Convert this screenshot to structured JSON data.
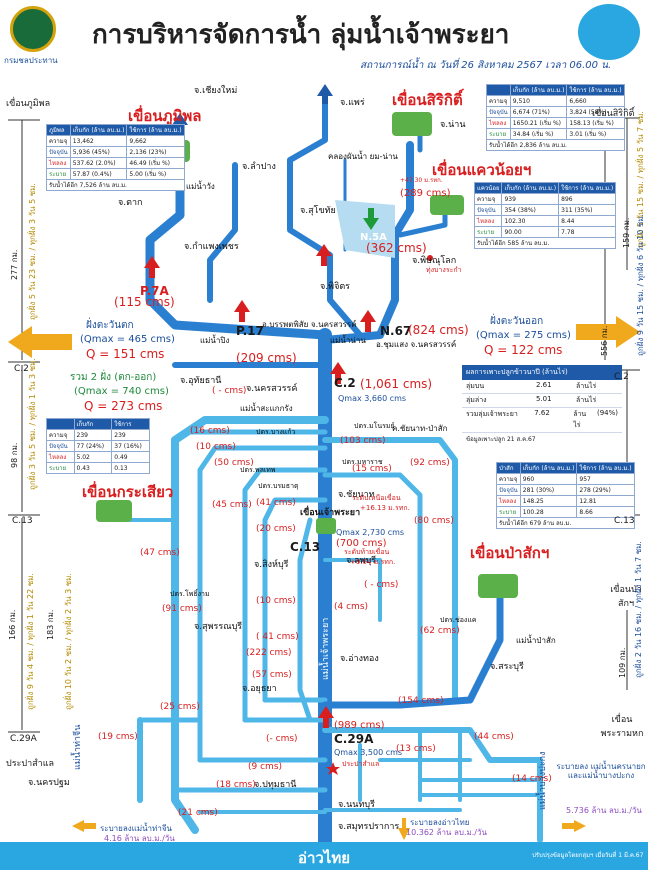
{
  "header": {
    "title": "การบริหารจัดการน้ำ ลุ่มน้ำเจ้าพระยา",
    "subtitle": "สถานการณ์น้ำ ณ วันที่ 26 สิงหาคม 2567 เวลา 06.00 น.",
    "logo_left_caption": "กรมชลประทาน"
  },
  "provinces": {
    "chiangmai": "จ.เชียงใหม่",
    "phrae": "จ.แพร่",
    "nan": "จ.น่าน",
    "lampang": "จ.ลำปาง",
    "tak": "จ.ตาก",
    "sukhothai": "จ.สุโขทัย",
    "kamphaeng": "จ.กำแพงเพชร",
    "phitsanulok": "จ.พิษณุโลก",
    "phichit": "จ.พิจิตร",
    "uthai": "จ.อุทัยธานี",
    "nakhonsawan": "จ.นครสวรรค์",
    "chainat": "จ.ชัยนาท",
    "singburi": "จ.สิงห์บุรี",
    "lopburi": "จ.ลพบุรี",
    "suphanburi": "จ.สุพรรณบุรี",
    "angthong": "จ.อ่างทอง",
    "ayutthaya": "จ.อยุธยา",
    "saraburi": "จ.สระบุรี",
    "pathumthani": "จ.ปทุมธานี",
    "nonthaburi": "จ.นนทบุรี",
    "samutprakan": "จ.สมุทรปราการ",
    "nakhonpathom": "จ.นครปฐม"
  },
  "dams": {
    "bhumibol": "เขื่อนภูมิพล",
    "sirikit": "เขื่อนสิริกิติ์",
    "khwae_noi": "เขื่อนแควน้อยฯ",
    "krasiao": "เขื่อนกระเสียว",
    "pasak": "เขื่อนป่าสักฯ",
    "chaophraya": "เขื่อนเจ้าพระยา"
  },
  "tables": {
    "bhumibol": {
      "head": [
        "ภูมิพล",
        "เก็บกัก (ล้าน ลบ.ม.)",
        "ใช้การ (ล้าน ลบ.ม.)"
      ],
      "rows": [
        [
          "ความจุ",
          "13,462",
          "9,662"
        ],
        [
          "ปัจจุบัน",
          "5,936 (45%)",
          "2,136 (23%)"
        ],
        [
          "ไหลลง",
          "537.62 (2.0%)",
          "46.49 (เริ่ม %)"
        ],
        [
          "ระบาย",
          "57.87 (0.4%)",
          "5.00 (เริ่ม %)"
        ]
      ],
      "foot": "รับน้ำได้อีก  7,526  ล้าน ลบ.ม."
    },
    "sirikit": {
      "head": [
        "",
        "เก็บกัก (ล้าน ลบ.ม.)",
        "ใช้การ (ล้าน ลบ.ม.)"
      ],
      "rows": [
        [
          "ความจุ",
          "9,510",
          "6,660"
        ],
        [
          "ปัจจุบัน",
          "6,674 (71%)",
          "3,824 (58%)"
        ],
        [
          "ไหลลง",
          "1650.21 (เริ่ม %)",
          "158.13 (เริ่ม %)"
        ],
        [
          "ระบาย",
          "34.84 (เริ่ม %)",
          "3.01 (เริ่ม %)"
        ]
      ],
      "foot": "รับน้ำได้อีก  2,836  ล้าน ลบ.ม."
    },
    "khwae_noi": {
      "head": [
        "แควน้อย",
        "เก็บกัก (ล้าน ลบ.ม.)",
        "ใช้การ (ล้าน ลบ.ม.)"
      ],
      "rows": [
        [
          "ความจุ",
          "939",
          "896"
        ],
        [
          "ปัจจุบัน",
          "354 (38%)",
          "311 (35%)"
        ],
        [
          "ไหลลง",
          "102.30",
          "8.44"
        ],
        [
          "ระบาย",
          "90.00",
          "7.78"
        ]
      ],
      "foot": "รับน้ำได้อีก  585  ล้าน ลบ.ม."
    },
    "krasiao": {
      "head": [
        "",
        "เก็บกัก",
        "ใช้การ"
      ],
      "rows": [
        [
          "ความจุ",
          "239",
          "239"
        ],
        [
          "ปัจจุบัน",
          "77 (24%)",
          "37 (16%)"
        ],
        [
          "ไหลลง",
          "5.02",
          "0.49"
        ],
        [
          "ระบาย",
          "0.43",
          "0.13"
        ]
      ],
      "foot": ""
    },
    "pasak": {
      "head": [
        "ป่าสัก",
        "เก็บกัก (ล้าน ลบ.ม.)",
        "ใช้การ (ล้าน ลบ.ม.)"
      ],
      "rows": [
        [
          "ความจุ",
          "960",
          "957"
        ],
        [
          "ปัจจุบัน",
          "281 (30%)",
          "278 (29%)"
        ],
        [
          "ไหลลง",
          "148.25",
          "12.81"
        ],
        [
          "ระบาย",
          "100.28",
          "8.66"
        ]
      ],
      "foot": "รับน้ำได้อีก  679  ล้าน ลบ.ม."
    }
  },
  "summary": {
    "title": "ผลการเพาะปลูกข้าวนาปี (ล้านไร่)",
    "rows": [
      {
        "label": "ลุ่มบน",
        "value": "2.61",
        "unit": "ล้านไร่"
      },
      {
        "label": "ลุ่มล่าง",
        "value": "5.01",
        "unit": "ล้านไร่"
      },
      {
        "label": "รวมลุ่มเจ้าพระยา",
        "value": "7.62",
        "unit": "ล้านไร่"
      }
    ],
    "pct": "(94%)",
    "note": "ข้อมูลเพาะปลูก 21 ส.ค.67"
  },
  "stations": {
    "p7a": "P.7A",
    "p7a_flow": "(115 cms)",
    "p17": "P.17",
    "p17_flow": "(209 cms)",
    "p17_place": "อ.บรรพตพิสัย จ.นครสวรรค์",
    "n5a": "N.5A",
    "n5a_flow": "(362 cms)",
    "n67": "N.67",
    "n67_flow": "(824 cms)",
    "n67_place": "อ.ชุมแสง จ.นครสวรรค์",
    "c2": "C.2",
    "c2_flow": "(1,061 cms)",
    "c2_qmax": "Qmax 3,660 cms",
    "c13": "C.13",
    "c13_flow": "(700 cms)",
    "c13_qmax": "Qmax 2,730 cms",
    "c29a": "C.29A",
    "c29a_flow": "(989 cms)",
    "c29a_qmax": "Qmax 3,500 cms"
  },
  "banks": {
    "west_title": "ฝั่งตะวันตก",
    "west_qmax": "(Qmax = 465 cms)",
    "west_q": "Q = 151 cms",
    "east_title": "ฝั่งตะวันออก",
    "east_qmax": "(Qmax = 275 cms)",
    "east_q": "Q = 122 cms",
    "both_title": "รวม 2 ฝั่ง (ตก-ออก)",
    "both_qmax": "(Qmax = 740 cms)",
    "both_q": "Q = 273 cms"
  },
  "side_left": {
    "dam_top": "เขื่อนภูมิพล",
    "km_277": "277 กม.",
    "t1": "ถูกฝั่ง 5 วัน 23 ชม. / ทุกฝั่ง 3 วัน 5 ชม.",
    "c2": "C.2",
    "km_98": "98 กม.",
    "t2": "ถูกฝั่ง 3 วัน 5 ชม. / ทุกฝั่ง 1 วัน 3 ชม.",
    "c13": "C.13",
    "km_166": "166 กม.",
    "km_183": "183 กม.",
    "t3": "ถูกฝั่ง 9 วัน 4 ชม. / ทุกฝั่ง 1 วัน 22 ชม.",
    "t3b": "ถูกฝั่ง 10 วัน 2 ชม. / ทุกฝั่ง 2 วัน 3 ชม.",
    "c29a": "C.29A",
    "end": "ประปาสำแล"
  },
  "side_right": {
    "dam_top": "เขื่อนสิริกิติ์",
    "km_159": "159 กม.",
    "km_556": "556 กม.",
    "t1": "ถูกฝั่ง 5 วัน 15 ชม. / ทุกฝั่ง 5 วัน 7 ชม.",
    "t2": "ถูกฝั่ง 9 วัน 15 ชม. / ทุกฝั่ง 6 วัน 10 ชม.",
    "c2": "C.2",
    "c13": "C.13",
    "dam_mid": "เขื่อนป่าสักฯ",
    "km_109": "109 กม.",
    "t3": "ถูกฝั่ง 2 วัน 16 ชม. / ทุกฝั่ง 1 วัน 7 ชม.",
    "dam_bottom": "เขื่อนพระรามหก"
  },
  "flows": {
    "f16": "(16 cms)",
    "f10": "(10 cms)",
    "f50": "(50 cms)",
    "f45": "(45 cms)",
    "f41": "(41 cms)",
    "f20": "(20 cms)",
    "f103": "(103 cms)",
    "f15": "(15 cms)",
    "f92": "(92 cms)",
    "f80": "(80 cms)",
    "f47": "(47 cms)",
    "f91": "(91 cms)",
    "f10b": "(10 cms)",
    "f4": "(4 cms)",
    "fblank": "( - cms)",
    "f62": "(62 cms)",
    "f41b": "( 41 cms)",
    "f222": "(222 cms)",
    "f57": "(57 cms)",
    "f25": "(25 cms)",
    "f19": "(19 cms)",
    "f154": "(154 cms)",
    "f44": "(44 cms)",
    "f13": "(13 cms)",
    "f9": "(9 cms)",
    "f18": "(18 cms)",
    "f21": "(21 cms)",
    "f14": "(14 cms)",
    "fblank2": "(- cms)",
    "fblank3": "( - cms)"
  },
  "rivers": {
    "chaophraya": "แม่น้ำเจ้าพระยา",
    "tha_chin": "แม่น้ำท่าจีน",
    "bang_pakong": "แม่น้ำบางปะกง",
    "pasak": "แม่น้ำป่าสัก",
    "ping": "แม่น้ำปิง",
    "wang": "แม่น้ำวัง",
    "nan": "แม่น้ำน่าน",
    "yom_nan": "คลองผันน้ำ ยม-น่าน",
    "sakae": "แม่น้ำสะแกกรัง"
  },
  "gates": {
    "bang_kaeo": "ปตร.บางแก้ว",
    "manorom": "ปตร.มโนรมย์",
    "ma_ham_yong": "ปตร.มหาราช",
    "phon_thep": "ปตร.พลเทพ",
    "borommathat": "ปตร.บรมธาตุ",
    "pho_ngam": "ปตร.โพธิ์งาม",
    "chong_khae": "ปตร.ช่องแค"
  },
  "outflow": {
    "tha_chin": "ระบายลงแม่น้ำท่าจีน",
    "tha_chin_val": "4.16 ล้าน ลบ.ม./วัน",
    "gulf_label": "ระบายลงอ่าวไทย",
    "gulf_val": "10.362 ล้าน ลบ.ม./วัน",
    "bang_pakong": "ระบายลง แม่น้ำนครนายก และแม่น้ำบางปะกง",
    "bang_pakong_val": "5.736 ล้าน ลบ.ม./วัน"
  },
  "extra": {
    "sirikit_note": "+47.30 ม.รทก.",
    "sirikit_note2": "(289 cms)",
    "chaophraya_dam_upper": "ระดับเหนือเขื่อน",
    "chaophraya_dam_upper_val": "+16.13 ม.รทก.",
    "chaophraya_dam_lower": "ระดับท้ายเขื่อน",
    "chaophraya_dam_lower_val": "+9.64 ม.รทก.",
    "phitsanulok_gate": "ทุ่งบางระกำ",
    "chainat_pasak": "ค.ชัยนาท-ป่าสัก",
    "bang_sai": "ประปาสำแล"
  },
  "gulf": {
    "label": "อ่าวไทย",
    "footer": "ปรับปรุงข้อมูลโดยกลุ่มฯ เมื่อวันที่ 1 มี.ค.67"
  },
  "colors": {
    "river": "#2b7fd1",
    "river_light": "#4fb6e8",
    "accent_red": "#d81e1e",
    "navy": "#1b4e9b",
    "gulf": "#2aa7e0",
    "arrow_orange": "#f0a81c"
  }
}
